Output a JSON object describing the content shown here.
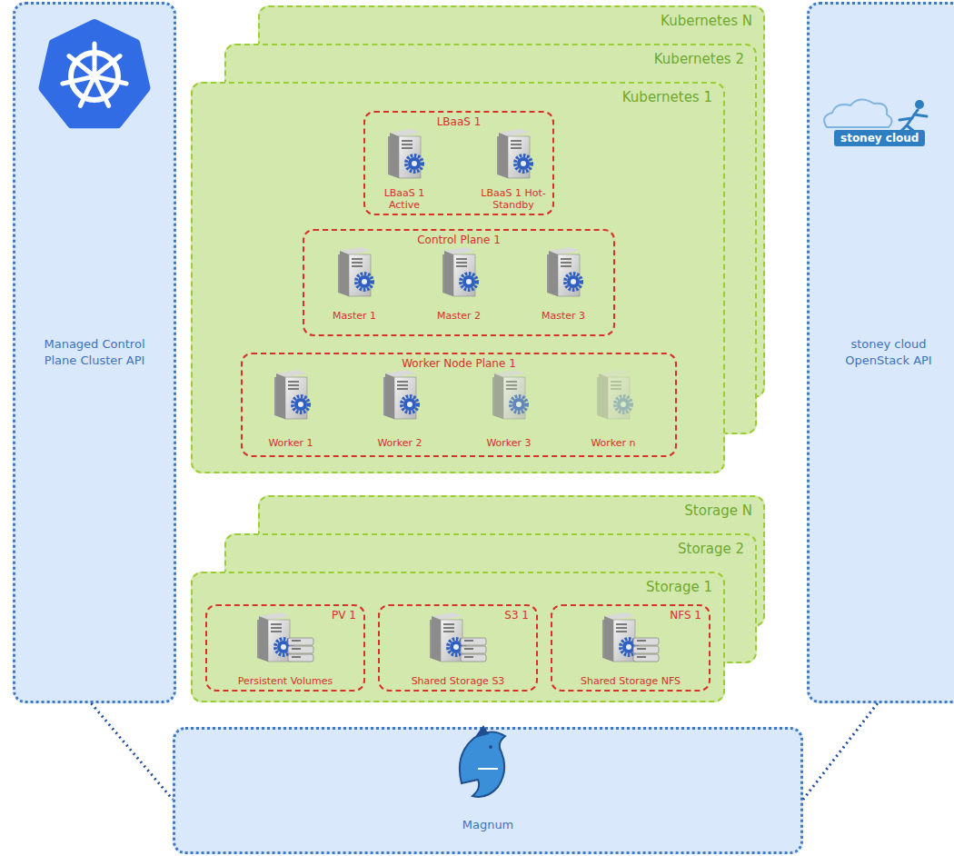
{
  "diagram": {
    "nodes": [
      {
        "text": [
          "Managed Control Plane Cluster API"
        ]
      },
      {
        "text": [
          "Kubernetes N"
        ]
      },
      {
        "text": [
          "Kubernetes 2"
        ]
      },
      {
        "text": [
          "Kubernetes 1"
        ]
      },
      {
        "text": [
          "LBaaS 1"
        ],
        "in": 3
      },
      {
        "text": [
          "LBaaS 1 Active"
        ],
        "in": 4
      },
      {
        "text": [
          "LBaaS 1 Hot-Standby"
        ],
        "in": 4
      },
      {
        "text": [
          "Control Plane 1"
        ],
        "in": 3
      },
      {
        "text": [
          "Master 1"
        ],
        "in": 7
      },
      {
        "text": [
          "Master 2"
        ],
        "in": 7
      },
      {
        "text": [
          "Master 3"
        ],
        "in": 7
      },
      {
        "text": [
          "Worker Node Plane 1"
        ],
        "in": 3
      },
      {
        "text": [
          "Worker 1"
        ],
        "in": 11
      },
      {
        "text": [
          "Worker 2"
        ],
        "in": 11
      },
      {
        "text": [
          "Worker 3"
        ],
        "in": 11
      },
      {
        "text": [
          "Worker n"
        ],
        "in": 11
      },
      {
        "text": [
          "Storage N"
        ]
      },
      {
        "text": [
          "Storage 2"
        ]
      },
      {
        "text": [
          "Storage 1"
        ]
      },
      {
        "text": [
          "PV 1"
        ],
        "in": 18
      },
      {
        "text": [
          "Persistent Volumes"
        ],
        "in": 19
      },
      {
        "text": [
          "S3 1"
        ],
        "in": 18
      },
      {
        "text": [
          "Shared Storage S3"
        ],
        "in": 21
      },
      {
        "text": [
          "NFS 1"
        ],
        "in": 18
      },
      {
        "text": [
          "Shared Storage NFS"
        ],
        "in": 23
      },
      {
        "text": [
          "stoney cloud OpenStack API"
        ]
      },
      {
        "text": [
          "Magnum"
        ]
      }
    ],
    "edges": [
      {
        "from": 0,
        "to": 26,
        "arrow": "none"
      },
      {
        "from": 25,
        "to": 26,
        "arrow": "none"
      }
    ],
    "labels": [
      "stoney cloud"
    ]
  }
}
